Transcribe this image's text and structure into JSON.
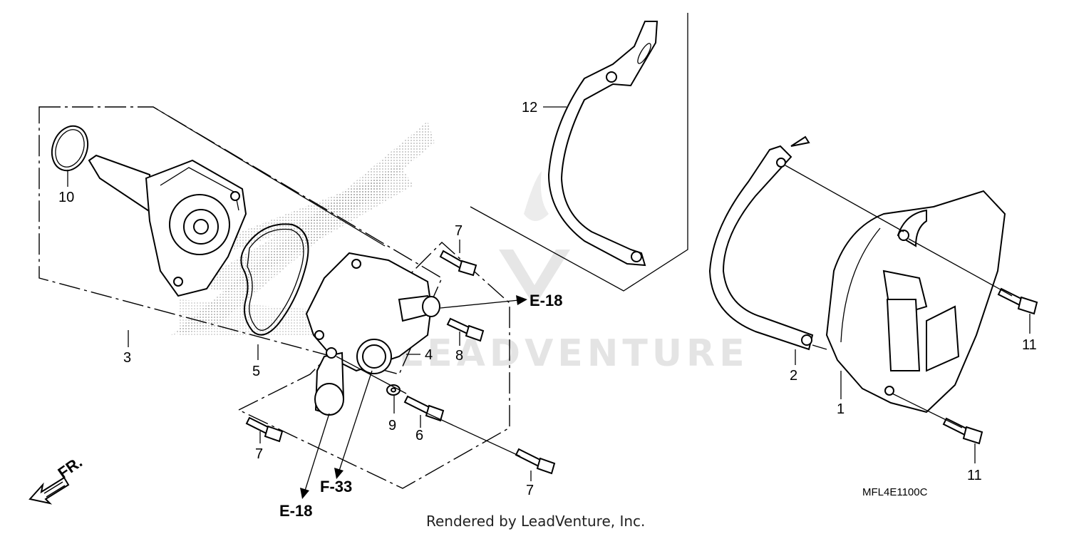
{
  "callouts": {
    "c1": "1",
    "c2": "2",
    "c3": "3",
    "c4": "4",
    "c5": "5",
    "c6": "6",
    "c7a": "7",
    "c7b": "7",
    "c7c": "7",
    "c8": "8",
    "c9": "9",
    "c10": "10",
    "c11a": "11",
    "c11b": "11",
    "c12": "12"
  },
  "references": {
    "e18_top": "E-18",
    "e18_bottom": "E-18",
    "f33": "F-33"
  },
  "front_indicator": "FR.",
  "diagram_code": "MFL4E1100C",
  "credit": "Rendered by LeadVenture, Inc.",
  "watermark": "LEADVENTURE"
}
